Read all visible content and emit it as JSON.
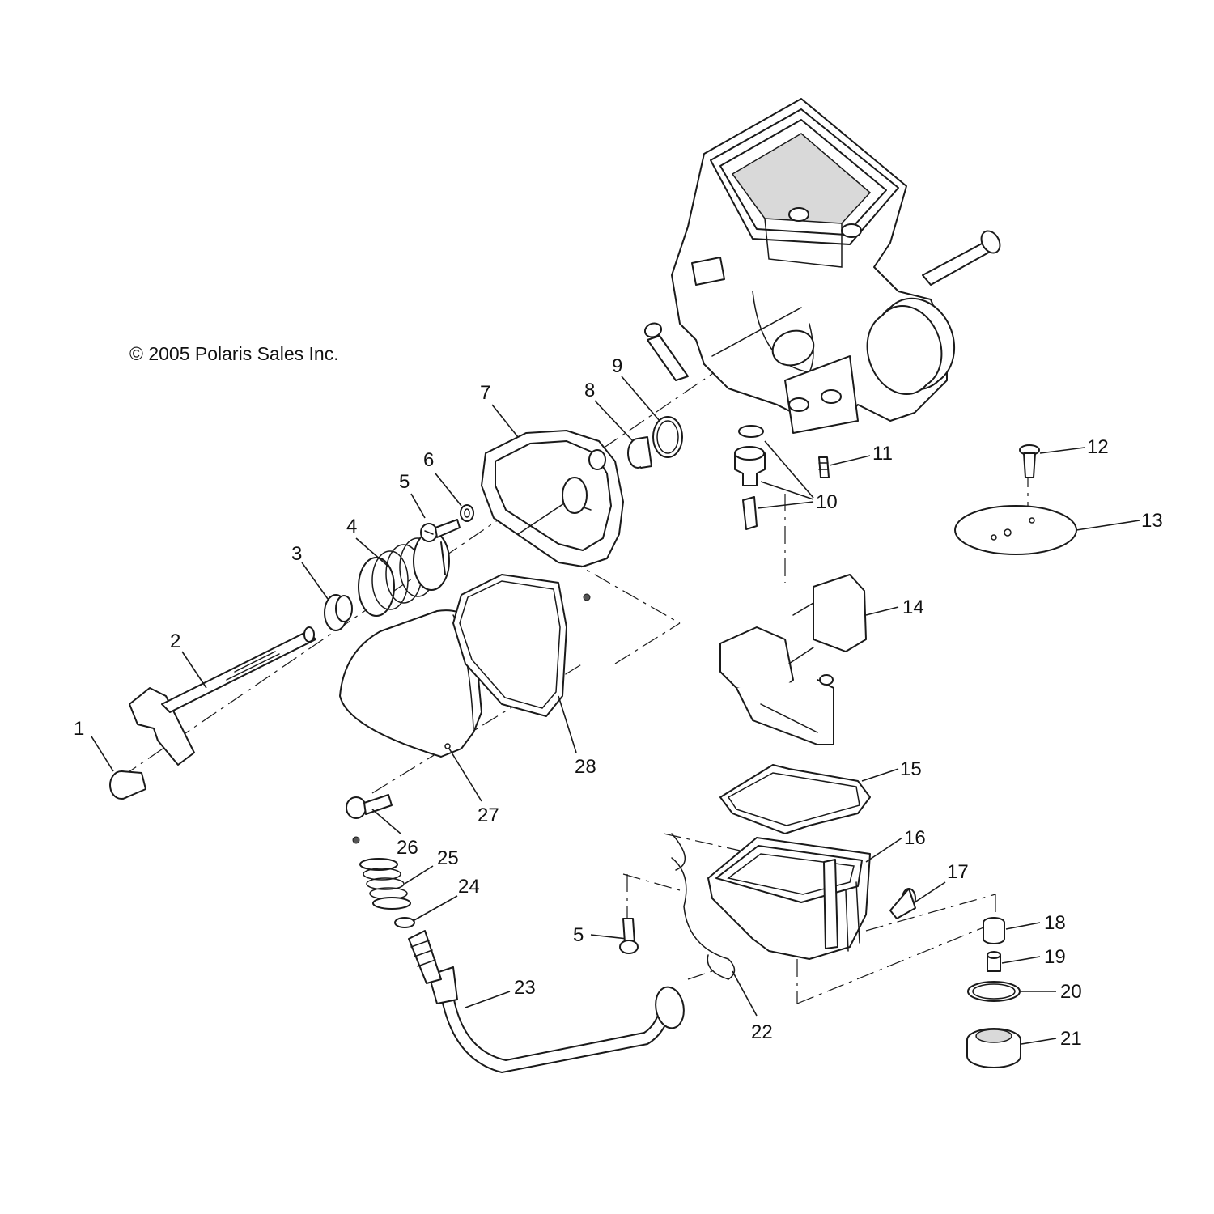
{
  "copyright": "© 2005 Polaris Sales Inc.",
  "callouts": {
    "c1": "1",
    "c2": "2",
    "c3": "3",
    "c4": "4",
    "c5a": "5",
    "c5b": "5",
    "c6": "6",
    "c7": "7",
    "c8": "8",
    "c9": "9",
    "c10": "10",
    "c11": "11",
    "c12": "12",
    "c13": "13",
    "c14": "14",
    "c15": "15",
    "c16": "16",
    "c17": "17",
    "c18": "18",
    "c19": "19",
    "c20": "20",
    "c21": "21",
    "c22": "22",
    "c23": "23",
    "c24": "24",
    "c25": "25",
    "c26": "26",
    "c27": "27",
    "c28": "28"
  }
}
